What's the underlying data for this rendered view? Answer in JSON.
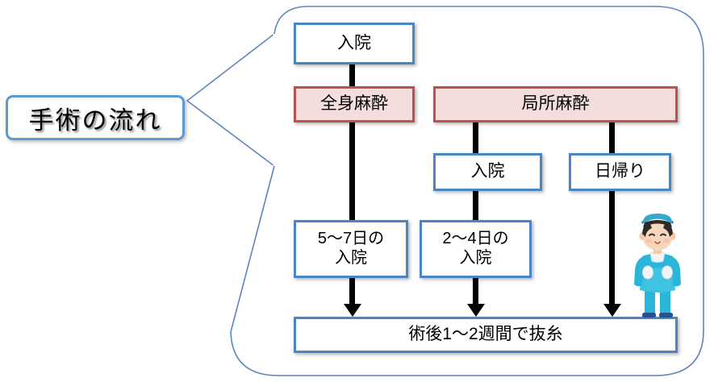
{
  "callout": {
    "label": "手術の流れ"
  },
  "flow": {
    "nodes": [
      {
        "id": "admission-top",
        "label": "入院",
        "style": "blue"
      },
      {
        "id": "general-anes",
        "label": "全身麻酔",
        "style": "red"
      },
      {
        "id": "local-anes",
        "label": "局所麻酔",
        "style": "red"
      },
      {
        "id": "admission-mid",
        "label": "入院",
        "style": "blue"
      },
      {
        "id": "daycase",
        "label": "日帰り",
        "style": "blue"
      },
      {
        "id": "stay-5-7",
        "label": "5〜7日の\n入院",
        "style": "blue"
      },
      {
        "id": "stay-2-4",
        "label": "2〜4日の\n入院",
        "style": "blue"
      },
      {
        "id": "suture-removal",
        "label": "術後1〜2週間で抜糸",
        "style": "blue"
      }
    ]
  },
  "illustration": {
    "name": "surgeon-illustration",
    "description": "手術着の医師"
  },
  "colors": {
    "blue_border": "#4a86c5",
    "callout_border": "#5b9bd5",
    "red_border": "#c0504d",
    "red_fill": "#f4dedd",
    "connector": "#000000",
    "container_border": "#5b86c0",
    "scrub_teal": "#29b6d8",
    "scrub_teal_dark": "#1b8fb3",
    "skin": "#f8d6bc",
    "hair": "#2b2b2b"
  }
}
